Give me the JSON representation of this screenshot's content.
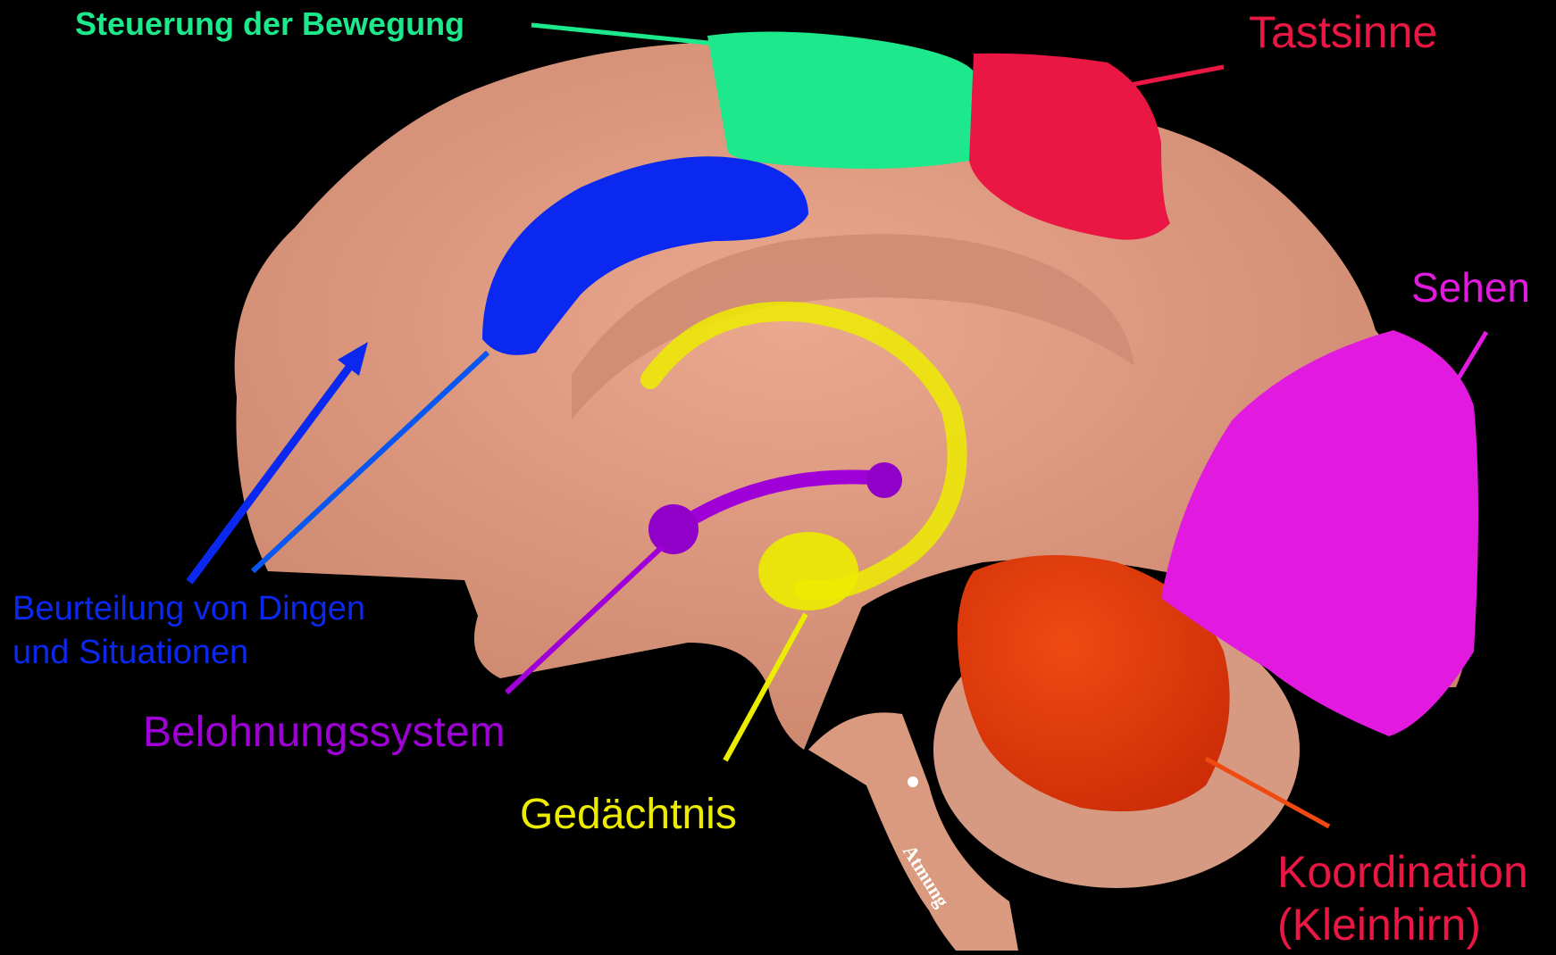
{
  "diagram": {
    "background": "#000000",
    "regions": {
      "motor": {
        "label": "Steuerung der Bewegung",
        "color": "#1ee88c"
      },
      "touch": {
        "label": "Tastsinne",
        "color": "#ea1744"
      },
      "vision": {
        "label": "Sehen",
        "color": "#e21ae0"
      },
      "judgment": {
        "line1": "Beurteilung von Dingen",
        "line2": "und Situationen",
        "color": "#0a28f0"
      },
      "reward": {
        "label": "Belohnungssystem",
        "color": "#a000d8"
      },
      "memory": {
        "label": "Gedächtnis",
        "color": "#ecec00"
      },
      "coordination": {
        "line1": "Koordination",
        "line2": "(Kleinhirn)",
        "color": "#ea1744"
      },
      "breathing": {
        "label": "Atmung",
        "color": "#ffffff"
      }
    },
    "brain_color": "#e09a80"
  }
}
